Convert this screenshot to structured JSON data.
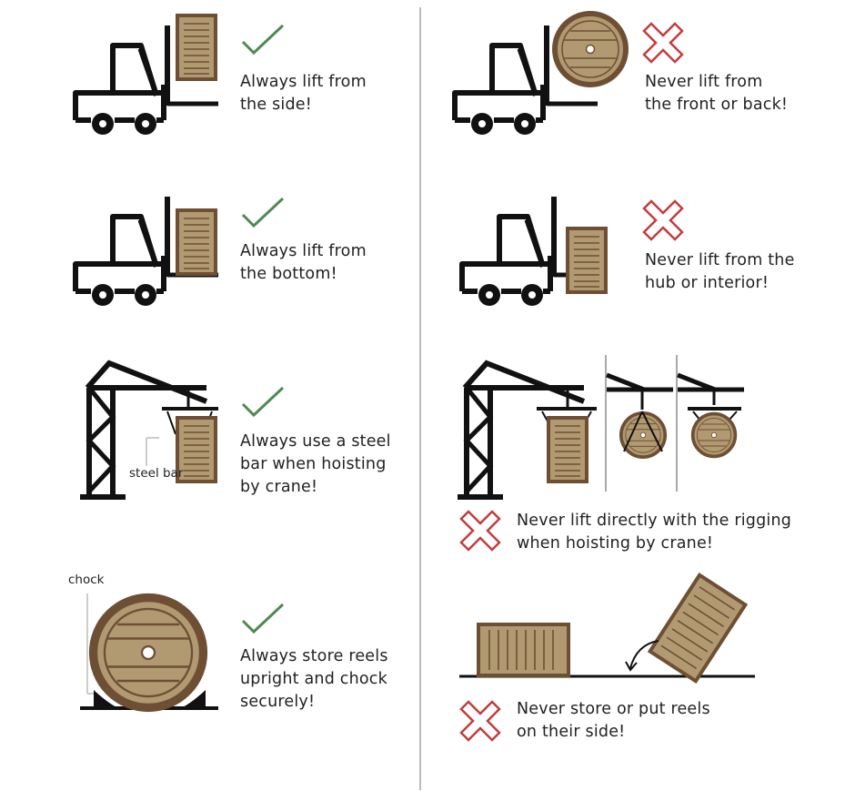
{
  "divider_color": "#bbbbbb",
  "colors": {
    "check": "#4f8a55",
    "cross": "#c43c3c",
    "wood_fill": "#b19a72",
    "wood_edge": "#6e4f34",
    "ink": "#111111"
  },
  "do_panels": [
    {
      "icon": "check-icon",
      "line1": "Always lift from",
      "line2": "the side!"
    },
    {
      "icon": "check-icon",
      "line1": "Always lift from",
      "line2": "the bottom!"
    },
    {
      "icon": "check-icon",
      "line1": "Always use a steel",
      "line2": "bar when hoisting",
      "line3": "by crane!",
      "label": "steel bar"
    },
    {
      "icon": "check-icon",
      "line1": "Always store reels",
      "line2": "upright and chock",
      "line3": "securely!",
      "label": "chock"
    }
  ],
  "dont_panels": [
    {
      "icon": "cross-icon",
      "line1": "Never lift from",
      "line2": "the front or back!"
    },
    {
      "icon": "cross-icon",
      "line1": "Never lift from the",
      "line2": "hub or interior!"
    },
    {
      "icon": "cross-icon",
      "line1": "Never lift directly with the rigging",
      "line2": "when hoisting by crane!"
    },
    {
      "icon": "cross-icon",
      "line1": "Never store or put reels",
      "line2": "on their side!"
    }
  ]
}
